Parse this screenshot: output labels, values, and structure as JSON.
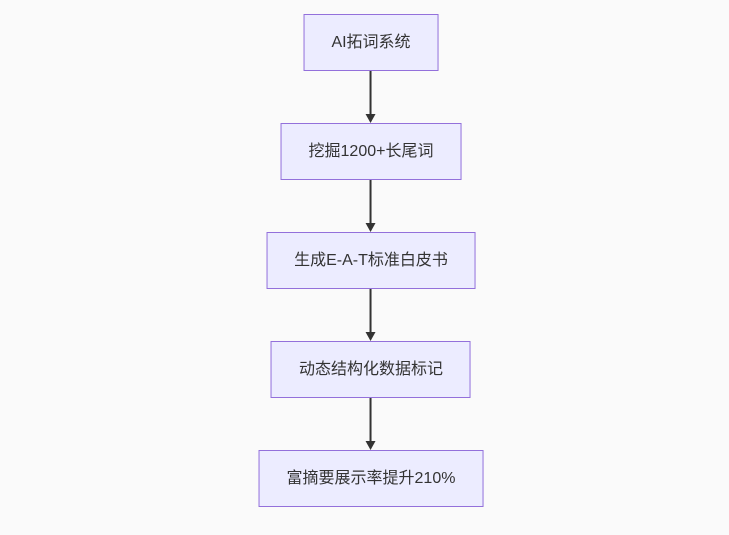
{
  "diagram": {
    "type": "flowchart",
    "direction": "top-down",
    "nodes": [
      {
        "label": "AI拓词系统"
      },
      {
        "label": "挖掘1200+长尾词"
      },
      {
        "label": "生成E-A-T标准白皮书"
      },
      {
        "label": "动态结构化数据标记"
      },
      {
        "label": "富摘要展示率提升210%"
      }
    ],
    "edges": [
      {
        "from": 0,
        "to": 1
      },
      {
        "from": 1,
        "to": 2
      },
      {
        "from": 2,
        "to": 3
      },
      {
        "from": 3,
        "to": 4
      }
    ],
    "colors": {
      "node_fill": "#ECECFF",
      "node_border": "#9370DB",
      "text": "#333333",
      "arrow": "#333333",
      "background": "#fafafa"
    }
  }
}
